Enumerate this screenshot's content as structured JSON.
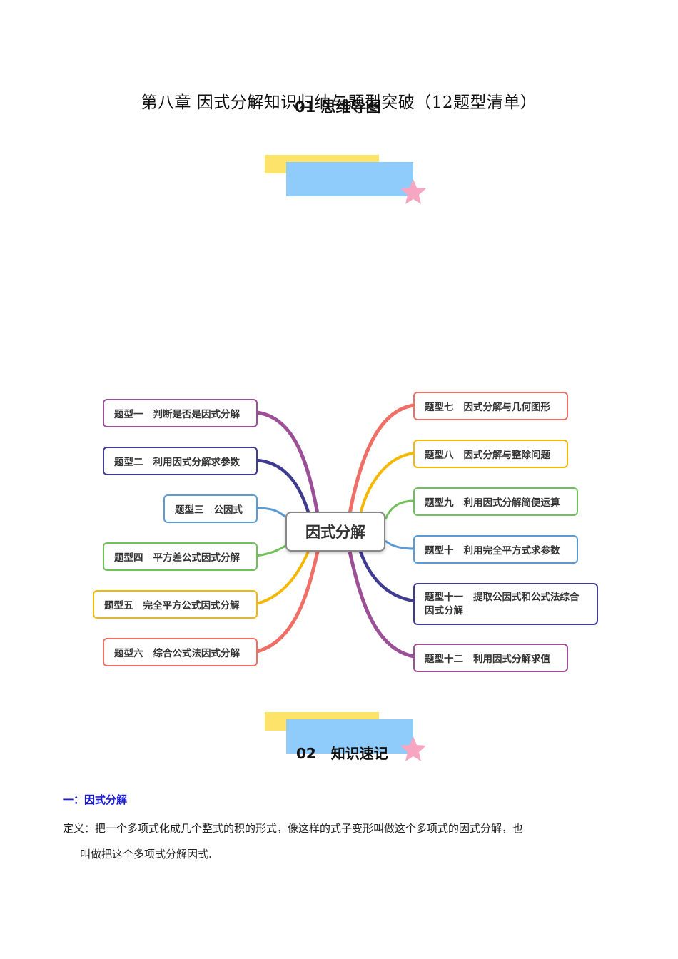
{
  "document": {
    "title": "第八章  因式分解知识归纳与题型突破（12题型清单）",
    "overlap_heading": "01   思维导图",
    "sections": [
      {
        "number": "01",
        "label": "思维导图"
      },
      {
        "number": "02",
        "label": "知识速记"
      }
    ]
  },
  "mindmap": {
    "center": "因式分解",
    "left_nodes": [
      {
        "tag": "题型一",
        "text": "判断是否是因式分解",
        "color": "#9b4f96"
      },
      {
        "tag": "题型二",
        "text": "利用因式分解求参数",
        "color": "#3f3b8f"
      },
      {
        "tag": "题型三",
        "text": "公因式",
        "color": "#5b9bd5"
      },
      {
        "tag": "题型四",
        "text": "平方差公式因式分解",
        "color": "#70c15a"
      },
      {
        "tag": "题型五",
        "text": "完全平方公式因式分解",
        "color": "#f5b800"
      },
      {
        "tag": "题型六",
        "text": "综合公式法因式分解",
        "color": "#ef6f67"
      }
    ],
    "right_nodes": [
      {
        "tag": "题型七",
        "text": "因式分解与几何图形",
        "color": "#ef6f67"
      },
      {
        "tag": "题型八",
        "text": "因式分解与整除问题",
        "color": "#f5b800"
      },
      {
        "tag": "题型九",
        "text": "利用因式分解简便运算",
        "color": "#70c15a"
      },
      {
        "tag": "题型十",
        "text": "利用完全平方式求参数",
        "color": "#5b9bd5"
      },
      {
        "tag": "题型十一",
        "text": "提取公因式和公式法综合",
        "text2": "因式分解",
        "color": "#3f3b8f"
      },
      {
        "tag": "题型十二",
        "text": "利用因式分解求值",
        "color": "#9b4f96"
      }
    ]
  },
  "knowledge": {
    "section_title": "一：因式分解",
    "definition_line1": "定义：把一个多项式化成几个整式的积的形式，像这样的式子变形叫做这个多项式的因式分解，也",
    "definition_line2": "叫做把这个多项式分解因式."
  },
  "colors": {
    "banner_yellow": "#fde36a",
    "banner_blue": "#8fcbfb",
    "star_pink": "#f7a6c1",
    "section_blue": "#1a1adb"
  }
}
